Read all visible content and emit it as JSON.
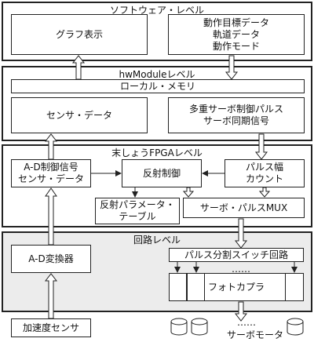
{
  "layers": {
    "software": {
      "title": "ソフトウェア・レベル"
    },
    "hwmodule": {
      "title": "hwModuleレベル"
    },
    "fpga": {
      "title": "末しょうFPGAレベル"
    },
    "circuit": {
      "title": "回路レベル"
    }
  },
  "software": {
    "graph_display": "グラフ表示",
    "targets": "動作目標データ\n軌道データ\n動作モード"
  },
  "hwmodule": {
    "local_memory": "ローカル・メモリ",
    "sensor_data": "センサ・データ",
    "servo_pulse": "多重サーボ制御パルス\nサーボ同期信号"
  },
  "fpga": {
    "ad_control": "A-D制御信号\nセンサ・データ",
    "reflex_control": "反射制御",
    "pulse_width": "パルス幅\nカウント",
    "reflex_table": "反射パラメータ・\nテーブル",
    "servo_mux": "サーボ・パルスMUX"
  },
  "circuit": {
    "ad_converter": "A-D変換器",
    "pulse_split": "パルス分割スイッチ回路",
    "dots": "……",
    "photocoupler": "フォトカプラ"
  },
  "bottom": {
    "accel_sensor": "加速度センサ",
    "dots": "……",
    "servo_motor": "サーボモータ"
  }
}
